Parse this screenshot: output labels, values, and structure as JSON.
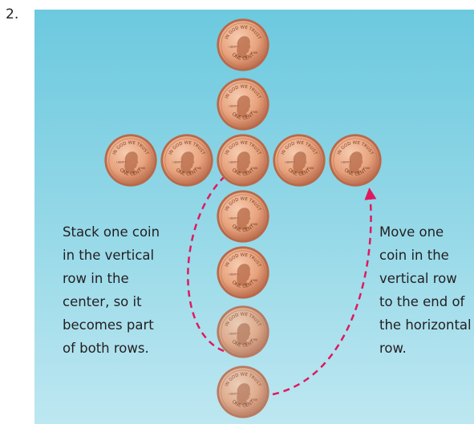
{
  "step_number": "2.",
  "coin_text": {
    "top_legend": "IN GOD WE TRUST",
    "bottom_legend": "ONE CENT",
    "liberty": "LIBERTY",
    "year": "1986"
  },
  "captions": {
    "left": "Stack one coin\nin the vertical\nrow in the\ncenter, so it\nbecomes part\nof both rows.",
    "right": "Move one\ncoin in the\nvertical row\nto the end of\nthe horizontal\nrow."
  },
  "colors": {
    "background_top": "#6cc9df",
    "background_bottom": "#bde7f1",
    "arrow": "#e0195f",
    "coin_face": "#e7a27c",
    "coin_rim": "#b8694a"
  },
  "coins": [
    {
      "id": "top-1",
      "faded": false
    },
    {
      "id": "top-2",
      "faded": false
    },
    {
      "id": "left-1",
      "faded": false
    },
    {
      "id": "left-2",
      "faded": false
    },
    {
      "id": "center",
      "faded": false
    },
    {
      "id": "right-1",
      "faded": false
    },
    {
      "id": "right-2",
      "faded": false
    },
    {
      "id": "bottom-1",
      "faded": false
    },
    {
      "id": "bottom-2",
      "faded": false
    },
    {
      "id": "bottom-3-moving",
      "faded": true
    },
    {
      "id": "bottom-4-moving",
      "faded": true
    }
  ]
}
